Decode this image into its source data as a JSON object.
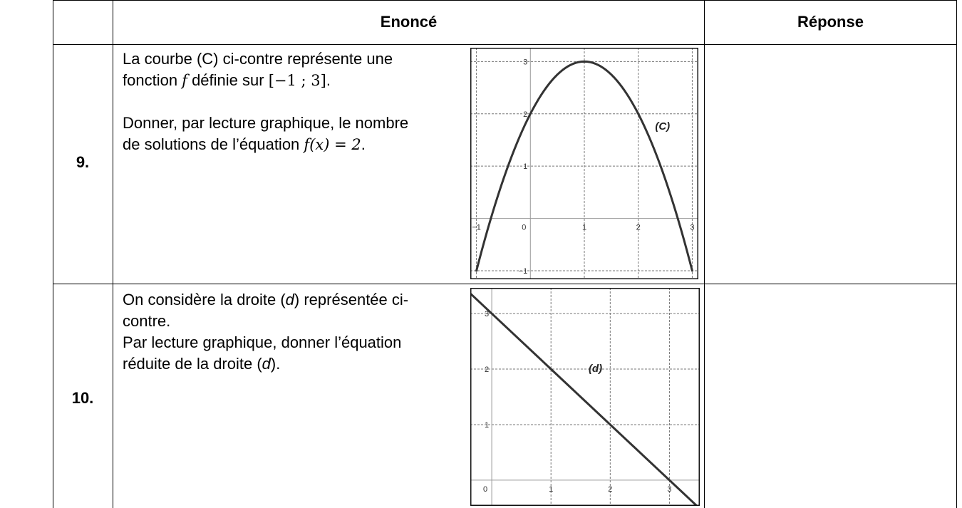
{
  "header": {
    "enonce": "Enoncé",
    "reponse": "Réponse"
  },
  "q9": {
    "number": "9.",
    "line1": "La courbe (C) ci-contre représente une",
    "line2_a": "fonction ",
    "line2_f": "f",
    "line2_b": " définie sur ",
    "line2_interval": "[−1 ; 3]",
    "line2_c": ".",
    "line3": "Donner, par lecture graphique, le nombre",
    "line4_a": "de solutions de l’équation ",
    "line4_eq": "f(x) = 2",
    "line4_b": "."
  },
  "q10": {
    "number": "10.",
    "line1_a": "On considère la droite (",
    "line1_d": "d",
    "line1_b": ") représentée ci-",
    "line2": "contre.",
    "line3": "Par lecture graphique, donner l’équation",
    "line4_a": "réduite de la droite (",
    "line4_d": "d",
    "line4_b": ")."
  },
  "chart_data": [
    {
      "type": "line",
      "series": [
        {
          "name": "(C)",
          "x": [
            -1,
            -0.5,
            0,
            0.5,
            1,
            1.5,
            2,
            2.5,
            3
          ],
          "y": [
            -1,
            0.75,
            2,
            2.75,
            3,
            2.75,
            2,
            0.75,
            -1
          ]
        }
      ],
      "x_ticks": [
        "−1",
        "0",
        "1",
        "2",
        "3"
      ],
      "y_ticks": [
        "−1",
        "1",
        "2",
        "3"
      ],
      "xlim": [
        -1.1,
        3.1
      ],
      "ylim": [
        -1.15,
        3.25
      ],
      "grid": true
    },
    {
      "type": "line",
      "series": [
        {
          "name": "(d)",
          "x": [
            -0.35,
            3.5
          ],
          "y": [
            3.35,
            -0.5
          ]
        }
      ],
      "x_ticks": [
        "0",
        "1",
        "2",
        "3"
      ],
      "y_ticks": [
        "1",
        "2",
        "3"
      ],
      "xlim": [
        -0.35,
        3.5
      ],
      "ylim": [
        -0.45,
        3.45
      ],
      "grid": true
    }
  ]
}
